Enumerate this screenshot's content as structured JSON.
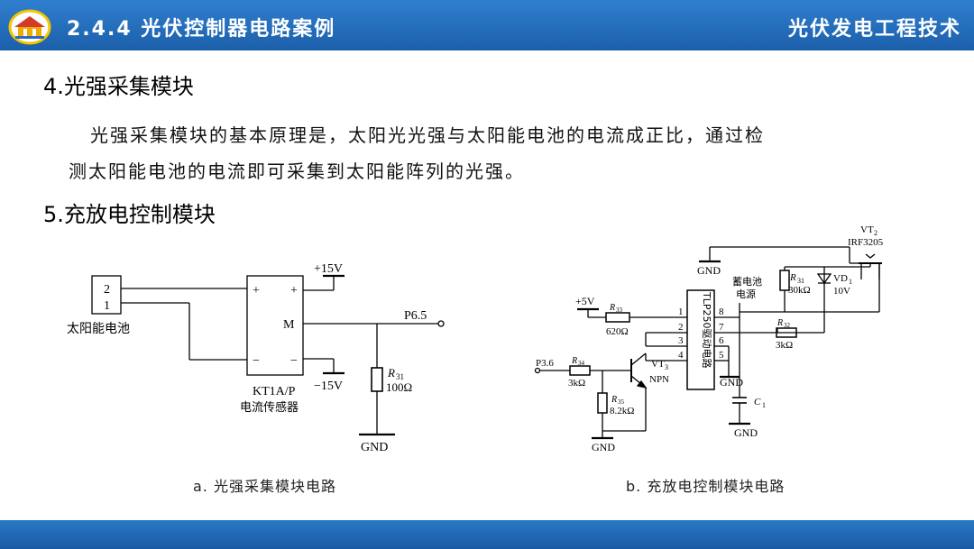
{
  "header": {
    "title": "2.4.4 光伏控制器电路案例",
    "course": "光伏发电工程技术"
  },
  "sections": {
    "s4_heading": "4.光强采集模块",
    "s4_line1": "光强采集模块的基本原理是，太阳光光强与太阳能电池的电流成正比，通过检",
    "s4_line2": "测太阳能电池的电流即可采集到太阳能阵列的光强。",
    "s5_heading": "5.充放电控制模块"
  },
  "circuit_a": {
    "pin2": "2",
    "pin1": "1",
    "cell_label": "太阳能电池",
    "plus15": "+15V",
    "minus15": "−15V",
    "plus_a": "+",
    "plus_b": "+",
    "minus_a": "−",
    "minus_b": "−",
    "m": "M",
    "p65": "P6.5",
    "r31": "R",
    "r31_sub": "31",
    "r31_val": "100Ω",
    "gnd": "GND",
    "sensor_model": "KT1A/P",
    "sensor_name": "电流传感器",
    "caption": "a. 光强采集模块电路"
  },
  "circuit_b": {
    "vt2": "VT",
    "vt2_sub": "2",
    "irf": "IRF3205",
    "gnd_top": "GND",
    "battery": "蓄电池",
    "power": "电源",
    "r31": "R",
    "r31_sub": "31",
    "r31_val": "30kΩ",
    "vd1": "VD",
    "vd1_sub": "1",
    "vd1_val": "10V",
    "plus5": "+5V",
    "r33": "R",
    "r33_sub": "33",
    "r33_val": "620Ω",
    "chip": "TLP250驱动电路",
    "pins": [
      "1",
      "2",
      "3",
      "4",
      "8",
      "7",
      "6",
      "5"
    ],
    "r32": "R",
    "r32_sub": "32",
    "r32_val": "3kΩ",
    "p36": "P3.6",
    "r34": "R",
    "r34_sub": "34",
    "r34_val": "3kΩ",
    "vt3": "VT",
    "vt3_sub": "3",
    "npn": "NPN",
    "r35": "R",
    "r35_sub": "35",
    "r35_val": "8.2kΩ",
    "gnd_left": "GND",
    "gnd_mid": "GND",
    "c1": "C",
    "c1_sub": "1",
    "gnd_c1": "GND",
    "caption": "b. 充放电控制模块电路"
  },
  "colors": {
    "header_bg": "#1f66b3",
    "footer_bg": "#1d5ea8",
    "title_text": "#ffffff"
  }
}
